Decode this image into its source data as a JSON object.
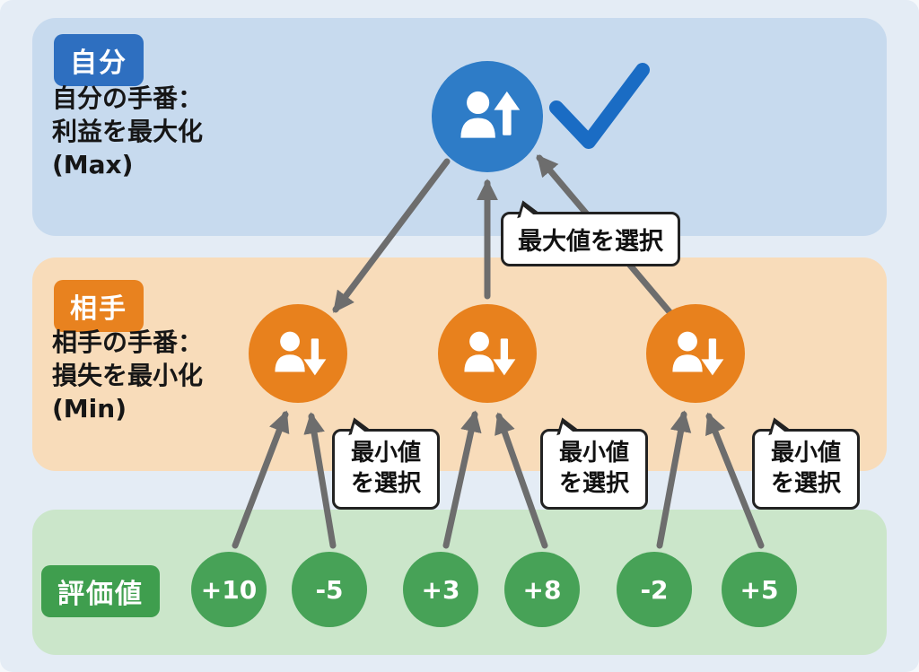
{
  "sections": {
    "self": {
      "badge": "自分",
      "lines": [
        "自分の手番：",
        "利益を最大化",
        "(Max)"
      ]
    },
    "opponent": {
      "badge": "相手",
      "lines": [
        "相手の手番：",
        "損失を最小化",
        "(Min)"
      ]
    },
    "evaluation": {
      "badge": "評価値"
    }
  },
  "nodes": {
    "max": {
      "icon": "person-up-icon"
    },
    "min": [
      {
        "icon": "person-down-icon"
      },
      {
        "icon": "person-down-icon"
      },
      {
        "icon": "person-down-icon"
      }
    ]
  },
  "leaves": [
    {
      "value": "+10"
    },
    {
      "value": "-5"
    },
    {
      "value": "+3"
    },
    {
      "value": "+8"
    },
    {
      "value": "-2"
    },
    {
      "value": "+5"
    }
  ],
  "bubbles": {
    "max_select": "最大値を選択",
    "min_select": [
      "最小値",
      "を選択"
    ]
  },
  "colors": {
    "self_band": "#c7daee",
    "opponent_band": "#f8dcba",
    "eval_band": "#cbe6ca",
    "self_badge": "#2e6fc0",
    "opponent_badge": "#e8821f",
    "eval_badge": "#3f9e4e",
    "max_node": "#2e7cc7",
    "min_node": "#e8811d",
    "leaf_node": "#47a257",
    "arrow": "#6d6d6d",
    "checkmark": "#1a6cc4"
  }
}
